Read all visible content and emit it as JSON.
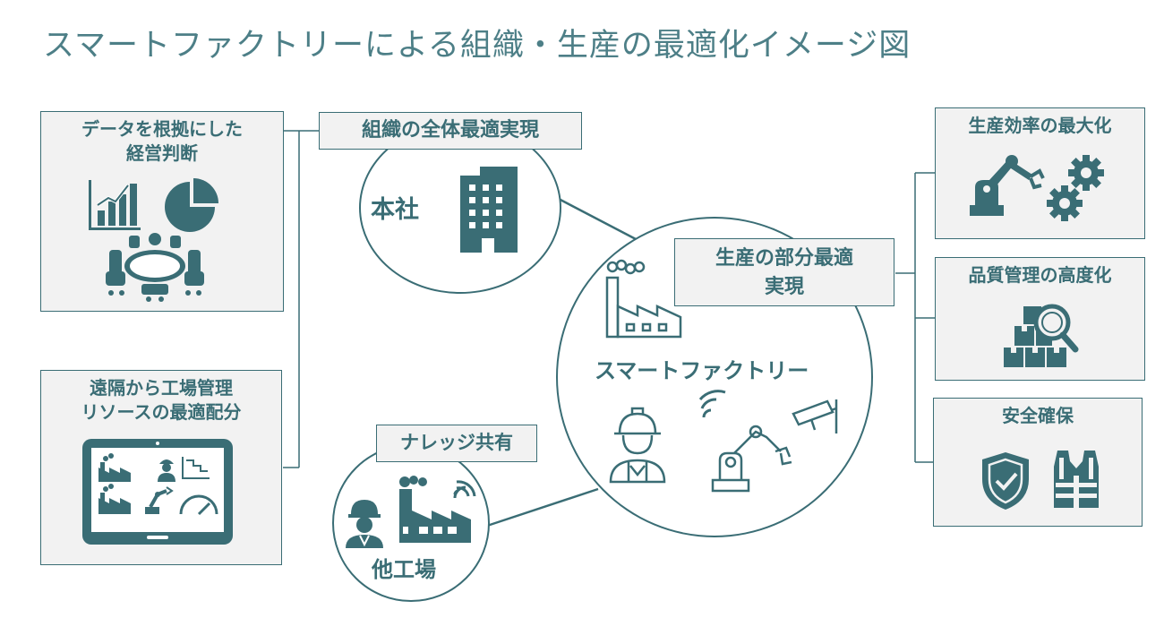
{
  "title": "スマートファクトリーによる組織・生産の最適化イメージ図",
  "colors": {
    "accent": "#3a6d75",
    "panel": "#f2f2f2",
    "title": "#4d7f87"
  },
  "left_boxes": [
    {
      "title_lines": [
        "データを根拠にした",
        "経営判断"
      ],
      "icons": [
        "bar-chart-icon",
        "pie-chart-icon",
        "meeting-table-icon"
      ]
    },
    {
      "title_lines": [
        "遠隔から工場管理",
        "リソースの最適配分"
      ],
      "icons": [
        "tablet-dashboard-icon"
      ]
    }
  ],
  "headquarters": {
    "tag": "組織の全体最適実現",
    "label": "本社",
    "icon": "office-building-icon"
  },
  "branch": {
    "tag": "ナレッジ共有",
    "label": "他工場",
    "icons": [
      "worker-icon",
      "factory-icon",
      "wireless-icon"
    ]
  },
  "smart_factory": {
    "label": "スマートファクトリー",
    "tag_lines": [
      "生産の部分最適",
      "実現"
    ],
    "icons": [
      "factory-icon",
      "worker-icon",
      "wireless-icon",
      "robot-arm-icon",
      "security-camera-icon"
    ]
  },
  "right_boxes": [
    {
      "title": "生産効率の最大化",
      "icons": [
        "robot-arm-icon",
        "gears-icon"
      ]
    },
    {
      "title": "品質管理の高度化",
      "icons": [
        "boxes-magnifier-icon"
      ]
    },
    {
      "title": "安全確保",
      "icons": [
        "shield-check-icon",
        "safety-vest-icon"
      ]
    }
  ]
}
